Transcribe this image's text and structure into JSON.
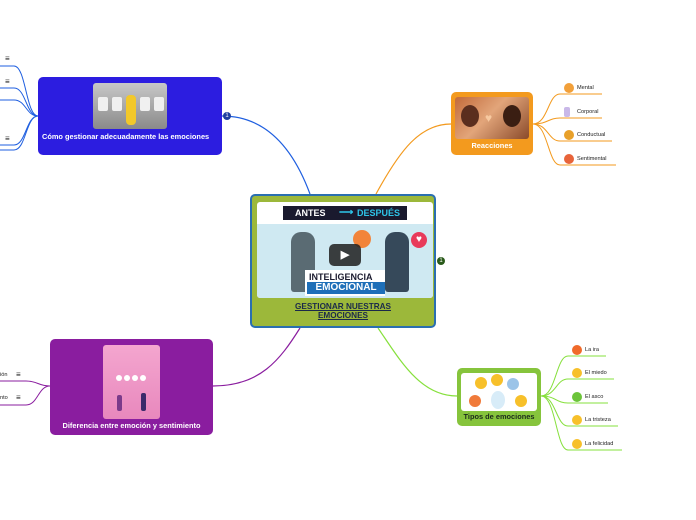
{
  "central": {
    "title": "GESTIONAR NUESTRAS EMOCIONES",
    "image_text_top_left": "ANTES",
    "image_text_top_right": "DESPUÉS",
    "image_text_main_1": "INTELIGENCIA",
    "image_text_main_2": "EMOCIONAL"
  },
  "nodes": {
    "reacciones": {
      "title": "Reacciones",
      "children": [
        "Mental",
        "Corporal",
        "Conductual",
        "Sentimental"
      ]
    },
    "tipos": {
      "title": "Tipos de emociones",
      "children": [
        "La ira",
        "El miedo",
        "El asco",
        "La tristeza",
        "La felicidad"
      ]
    },
    "gestionar": {
      "title": "Cómo gestionar adecuadamente las emociones"
    },
    "diferencia": {
      "title": "Diferencia entre emoción y sentimiento",
      "partial_children": [
        "ión",
        "nto"
      ]
    }
  },
  "colors": {
    "central_bg": "#9cb83a",
    "reacciones": "#f39a1e",
    "tipos": "#86c43c",
    "gestionar": "#2c1de0",
    "diferencia": "#8a1d9f",
    "link_blue": "#1f5fe0",
    "link_orange": "#f39a1e",
    "link_green": "#86e03c",
    "link_purple": "#8a1d9f"
  },
  "icons": [
    "notes-icon",
    "play-icon",
    "collapse-icon"
  ]
}
